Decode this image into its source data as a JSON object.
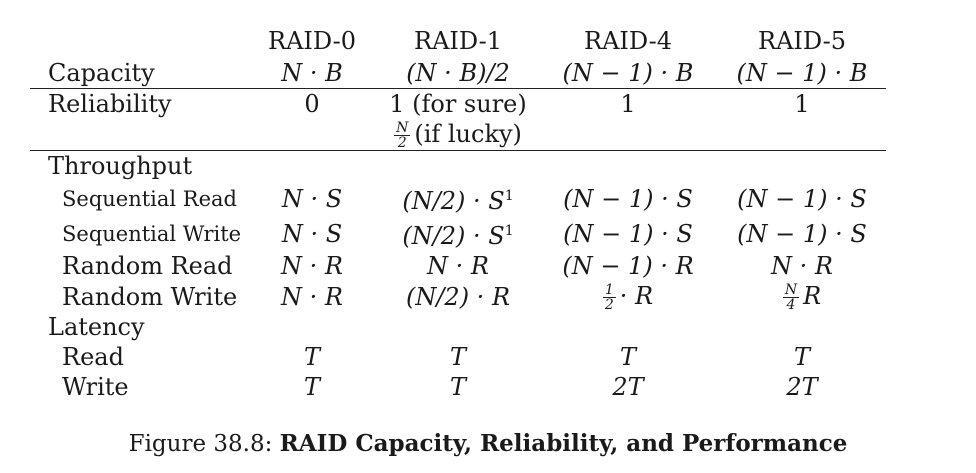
{
  "columns": [
    "RAID-0",
    "RAID-1",
    "RAID-4",
    "RAID-5"
  ],
  "capacity": {
    "label": "Capacity",
    "values": [
      "N · B",
      "(N · B)/2",
      "(N − 1) · B",
      "(N − 1) · B"
    ]
  },
  "reliability": {
    "label": "Reliability",
    "values": [
      "0",
      "1 (for sure)",
      "1",
      "1"
    ],
    "raid1_second_line": {
      "frac_num": "N",
      "frac_den": "2",
      "text": "(if lucky)"
    }
  },
  "throughput": {
    "label": "Throughput",
    "rows": [
      {
        "label": "Sequential Read",
        "values": [
          "N · S",
          "(N/2) · S",
          "(N − 1) · S",
          "(N − 1) · S"
        ],
        "raid1_sup": "1"
      },
      {
        "label": "Sequential Write",
        "values": [
          "N · S",
          "(N/2) · S",
          "(N − 1) · S",
          "(N − 1) · S"
        ],
        "raid1_sup": "1"
      },
      {
        "label": "Random Read",
        "values": [
          "N · R",
          "N · R",
          "(N − 1) · R",
          "N · R"
        ]
      },
      {
        "label": "Random Write",
        "values": [
          "N · R",
          "(N/2) · R"
        ],
        "raid4": {
          "frac_num": "1",
          "frac_den": "2",
          "text": "· R"
        },
        "raid5": {
          "frac_num": "N",
          "frac_den": "4",
          "text": "R"
        }
      }
    ]
  },
  "latency": {
    "label": "Latency",
    "rows": [
      {
        "label": "Read",
        "values": [
          "T",
          "T",
          "T",
          "T"
        ]
      },
      {
        "label": "Write",
        "values": [
          "T",
          "T",
          "2T",
          "2T"
        ]
      }
    ]
  },
  "caption": {
    "prefix": "Figure 38.8:",
    "title": "RAID Capacity, Reliability, and Performance"
  }
}
